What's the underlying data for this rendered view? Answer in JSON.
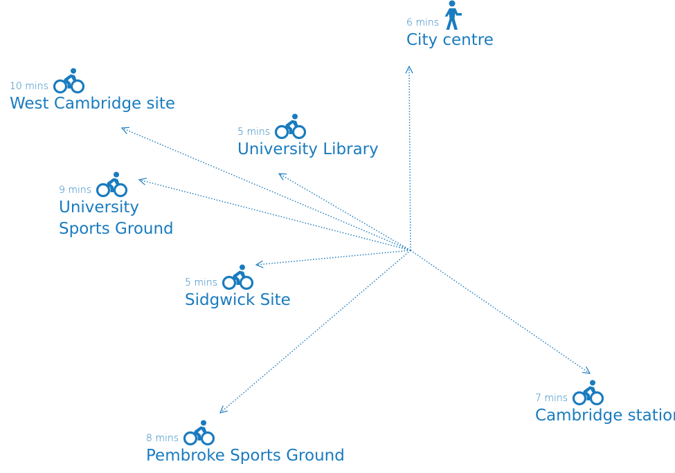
{
  "accent": "#1a7bbf",
  "destinations": [
    {
      "id": "city-centre",
      "mins": "6 mins",
      "mode": "walking-icon",
      "name": [
        "City centre"
      ]
    },
    {
      "id": "west-cambridge",
      "mins": "10 mins",
      "mode": "bicycle-icon",
      "name": [
        "West Cambridge site"
      ]
    },
    {
      "id": "university-library",
      "mins": "5 mins",
      "mode": "bicycle-icon",
      "name": [
        "University Library"
      ]
    },
    {
      "id": "university-sports-ground",
      "mins": "9 mins",
      "mode": "bicycle-icon",
      "name": [
        "University",
        "Sports Ground"
      ]
    },
    {
      "id": "sidgwick-site",
      "mins": "5 mins",
      "mode": "bicycle-icon",
      "name": [
        "Sidgwick Site"
      ]
    },
    {
      "id": "cambridge-station",
      "mins": "7 mins",
      "mode": "bicycle-icon",
      "name": [
        "Cambridge station"
      ]
    },
    {
      "id": "pembroke-sports-ground",
      "mins": "8 mins",
      "mode": "bicycle-icon",
      "name": [
        "Pembroke Sports Ground"
      ]
    }
  ]
}
